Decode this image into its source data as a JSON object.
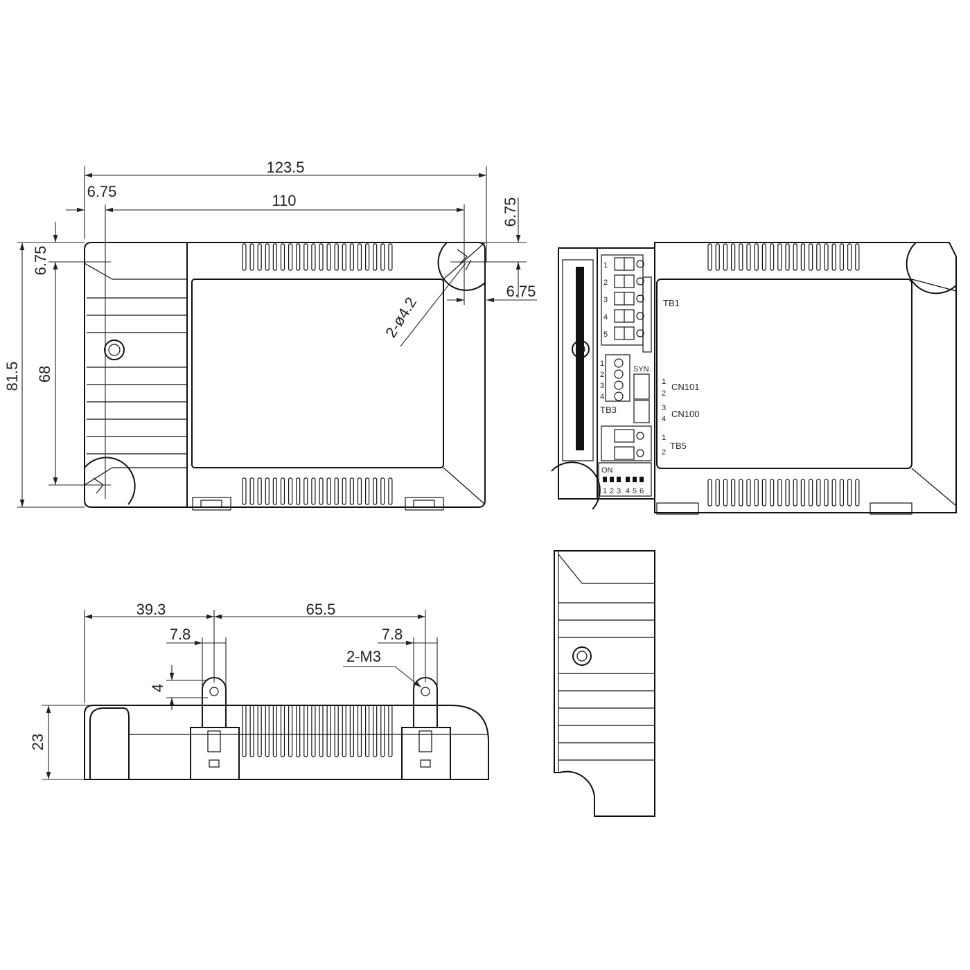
{
  "top_view": {
    "dims": {
      "overall_length": "123.5",
      "hole_spacing_length": "110",
      "left_offset": "6.75",
      "right_top_offset": "6.75",
      "right_side_offset": "6.75",
      "left_top_offset": "6.75",
      "overall_width": "81.5",
      "hole_spacing_width": "68"
    },
    "hole_callout": "2-ø4.2"
  },
  "connector_view": {
    "tb1": {
      "label": "TB1",
      "pins": [
        "1",
        "2",
        "3",
        "4",
        "5"
      ]
    },
    "tb3": {
      "label": "TB3",
      "pins": [
        "1",
        "2",
        "3",
        "4"
      ]
    },
    "syn_label": "SYN.",
    "cn101": {
      "label": "CN101",
      "pins": [
        "1",
        "2"
      ]
    },
    "cn100": {
      "label": "CN100",
      "pins": [
        "3",
        "4"
      ]
    },
    "tb5": {
      "label": "TB5",
      "pins": [
        "1",
        "2"
      ]
    },
    "dip_switch": {
      "label": "ON",
      "pins": [
        "1",
        "2",
        "3",
        "4",
        "5",
        "6"
      ]
    }
  },
  "side_view": {
    "dims": {
      "left_to_clamp": "39.3",
      "clamp_spacing": "65.5",
      "clamp_width_left": "7.8",
      "clamp_width_right": "7.8",
      "hole_offset": "4",
      "height": "23"
    },
    "screw_callout": "2-M3"
  }
}
